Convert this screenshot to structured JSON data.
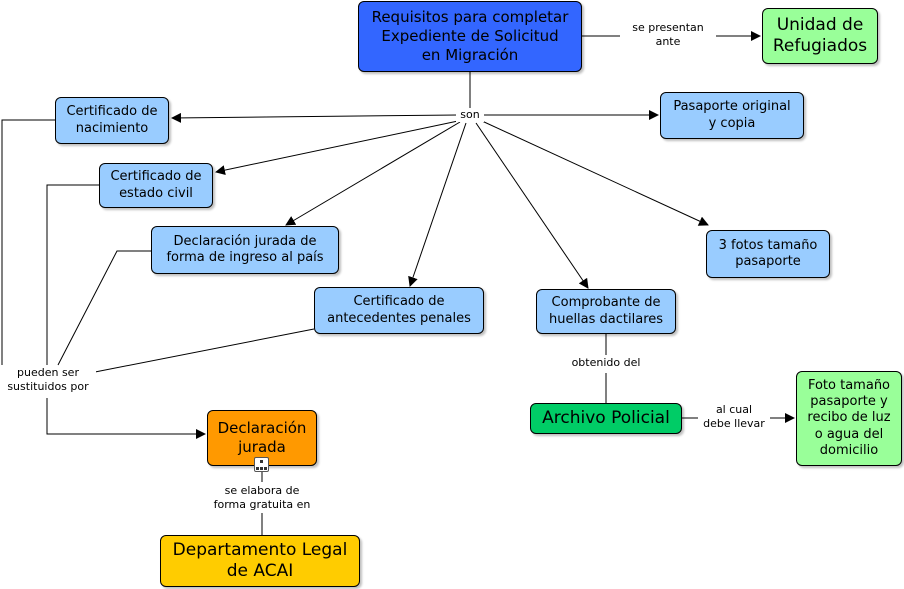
{
  "nodes": {
    "main": "Requisitos para completar\nExpediente de Solicitud\nen Migración",
    "unidad": "Unidad de\nRefugiados",
    "nacimiento": "Certificado de\nnacimiento",
    "estado_civil": "Certificado de\nestado civil",
    "declaracion_ingreso": "Declaración jurada de\nforma de ingreso al país",
    "antecedentes": "Certificado de\nantecedentes penales",
    "pasaporte": "Pasaporte original\ny copia",
    "fotos": "3 fotos tamaño\npasaporte",
    "huellas": "Comprobante de\nhuellas dactilares",
    "archivo": "Archivo Policial",
    "foto_recibo": "Foto tamaño\npasaporte y\nrecibo de luz\no agua del\ndomicilio",
    "declaracion_jurada": "Declaración\njurada",
    "departamento": "Departamento Legal\nde ACAI"
  },
  "links": {
    "se_presentan": "se presentan\nante",
    "son": "son",
    "pueden": "pueden ser\nsustituidos por",
    "obtenido": "obtenido del",
    "al_cual": "al cual\ndebe llevar",
    "se_elabora": "se elabora de\nforma gratuita en"
  },
  "colors": {
    "main": "#3366ff",
    "light_blue": "#99ccff",
    "light_green": "#99ff99",
    "green": "#00cc66",
    "orange": "#ff9900",
    "gold": "#ffcc00"
  },
  "icons": {
    "submap": "concept-map-icon"
  }
}
